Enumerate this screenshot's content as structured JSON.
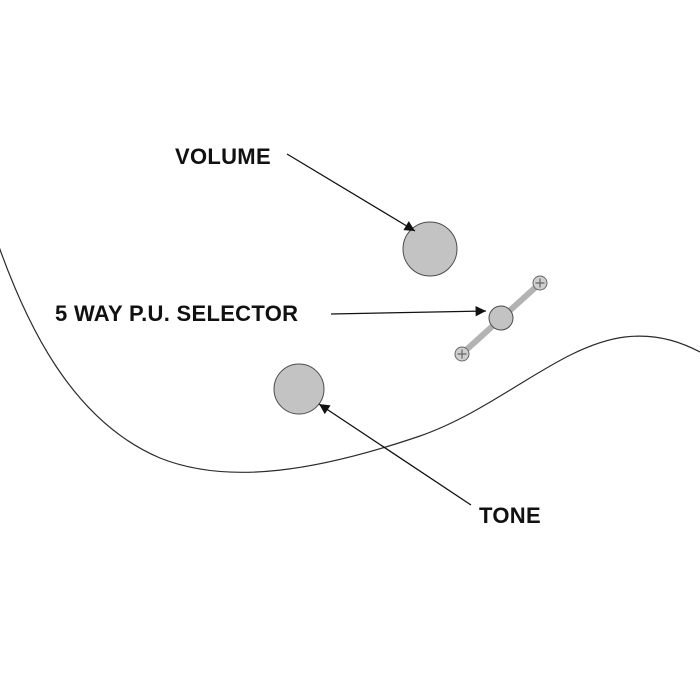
{
  "diagram": {
    "labels": {
      "volume": "VOLUME",
      "selector": "5 WAY P.U. SELECTOR",
      "tone": "TONE"
    },
    "colors": {
      "knob_fill": "#c3c3c3",
      "knob_stroke": "#4d4d4d",
      "line": "#111111",
      "background": "#ffffff"
    }
  }
}
